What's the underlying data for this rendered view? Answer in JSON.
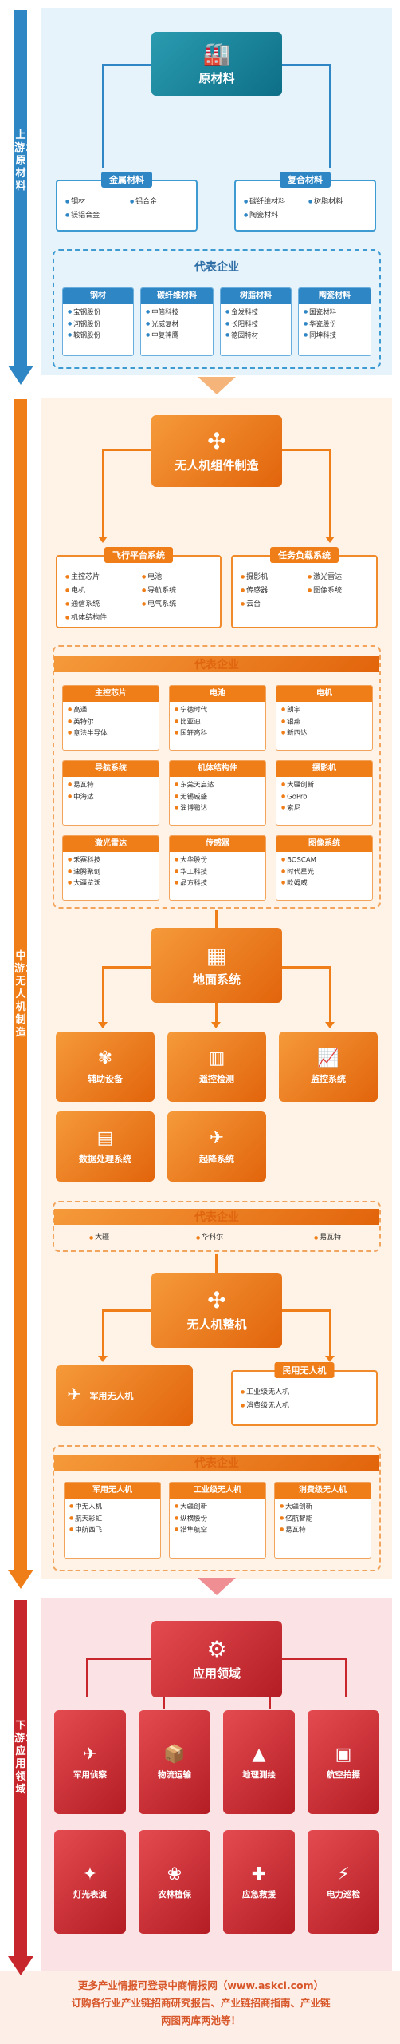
{
  "stages": {
    "upstream": "上游：原材料",
    "midstream": "中游：无人机制造",
    "downstream": "下游：应用领域"
  },
  "upstream": {
    "hub": {
      "label": "原材料",
      "icon": "🏭"
    },
    "metal": {
      "title": "金属材料",
      "items": [
        "钢材",
        "铝合金",
        "镁铝合金"
      ]
    },
    "composite": {
      "title": "复合材料",
      "items": [
        "碳纤维材料",
        "树脂材料",
        "陶瓷材料"
      ]
    },
    "rep_title": "代表企业",
    "companies": [
      {
        "title": "钢材",
        "items": [
          "宝钢股份",
          "河钢股份",
          "鞍钢股份"
        ]
      },
      {
        "title": "碳纤维材料",
        "items": [
          "中简科技",
          "光威复材",
          "中复神鹰"
        ]
      },
      {
        "title": "树脂材料",
        "items": [
          "金发科技",
          "长阳科技",
          "德固特材"
        ]
      },
      {
        "title": "陶瓷材料",
        "items": [
          "国瓷材料",
          "华瓷股份",
          "同坤科技"
        ]
      }
    ]
  },
  "components": {
    "hub": {
      "label": "无人机组件制造",
      "icon": "✣"
    },
    "flight": {
      "title": "飞行平台系统",
      "items": [
        "主控芯片",
        "电池",
        "电机",
        "导航系统",
        "通信系统",
        "电气系统",
        "机体结构件"
      ]
    },
    "payload": {
      "title": "任务负载系统",
      "items": [
        "摄影机",
        "激光雷达",
        "传感器",
        "图像系统",
        "云台"
      ]
    },
    "rep_title": "代表企业",
    "companies": [
      {
        "title": "主控芯片",
        "items": [
          "高通",
          "英特尔",
          "意法半导体"
        ]
      },
      {
        "title": "电池",
        "items": [
          "宁德时代",
          "比亚迪",
          "国轩高科"
        ]
      },
      {
        "title": "电机",
        "items": [
          "朗宇",
          "银燕",
          "新西达"
        ]
      },
      {
        "title": "导航系统",
        "items": [
          "易瓦特",
          "中海达"
        ]
      },
      {
        "title": "机体结构件",
        "items": [
          "东莞天启达",
          "无锡威盛",
          "淄博鹏达"
        ]
      },
      {
        "title": "摄影机",
        "items": [
          "大疆创新",
          "GoPro",
          "索尼"
        ]
      },
      {
        "title": "激光雷达",
        "items": [
          "禾赛科技",
          "速腾聚创",
          "大疆览沃"
        ]
      },
      {
        "title": "传感器",
        "items": [
          "大华股份",
          "华工科技",
          "晶方科技"
        ]
      },
      {
        "title": "图像系统",
        "items": [
          "BOSCAM",
          "时代星光",
          "欧姆威"
        ]
      }
    ]
  },
  "ground": {
    "hub": {
      "label": "地面系统",
      "icon": "▦"
    },
    "tiles": [
      {
        "label": "辅助设备",
        "icon": "✾"
      },
      {
        "label": "遥控检测",
        "icon": "▥"
      },
      {
        "label": "监控系统",
        "icon": "📈"
      },
      {
        "label": "数据处理系统",
        "icon": "▤"
      },
      {
        "label": "起降系统",
        "icon": "✈"
      }
    ],
    "rep_title": "代表企业",
    "companies": [
      "大疆",
      "华科尔",
      "易瓦特"
    ]
  },
  "assembly": {
    "hub": {
      "label": "无人机整机",
      "icon": "✣"
    },
    "military": {
      "label": "军用无人机",
      "icon": "✈"
    },
    "civil": {
      "title": "民用无人机",
      "items": [
        "工业级无人机",
        "消费级无人机"
      ]
    },
    "rep_title": "代表企业",
    "companies": [
      {
        "title": "军用无人机",
        "items": [
          "中无人机",
          "航天彩虹",
          "中航西飞"
        ]
      },
      {
        "title": "工业级无人机",
        "items": [
          "大疆创新",
          "纵横股份",
          "猎隼航空"
        ]
      },
      {
        "title": "消费级无人机",
        "items": [
          "大疆创新",
          "亿航智能",
          "易瓦特"
        ]
      }
    ]
  },
  "applications": {
    "hub": {
      "label": "应用领域",
      "icon": "⚙"
    },
    "tiles": [
      {
        "label": "军用侦察",
        "icon": "✈"
      },
      {
        "label": "物流运输",
        "icon": "📦"
      },
      {
        "label": "地理测绘",
        "icon": "▲"
      },
      {
        "label": "航空拍摄",
        "icon": "▣"
      },
      {
        "label": "灯光表演",
        "icon": "✦"
      },
      {
        "label": "农林植保",
        "icon": "❀"
      },
      {
        "label": "应急救援",
        "icon": "✚"
      },
      {
        "label": "电力巡检",
        "icon": "⚡"
      }
    ]
  },
  "footer": {
    "line1": "更多产业情报可登录中商情报网（www.askci.com）",
    "line2": "订购各行业产业链招商研究报告、产业链招商指南、产业链",
    "line3": "两图两库两池等！"
  },
  "colors": {
    "blue": "#2f86c4",
    "orange": "#ef7d18",
    "red": "#c8262d",
    "teal": "#0d6f87"
  }
}
